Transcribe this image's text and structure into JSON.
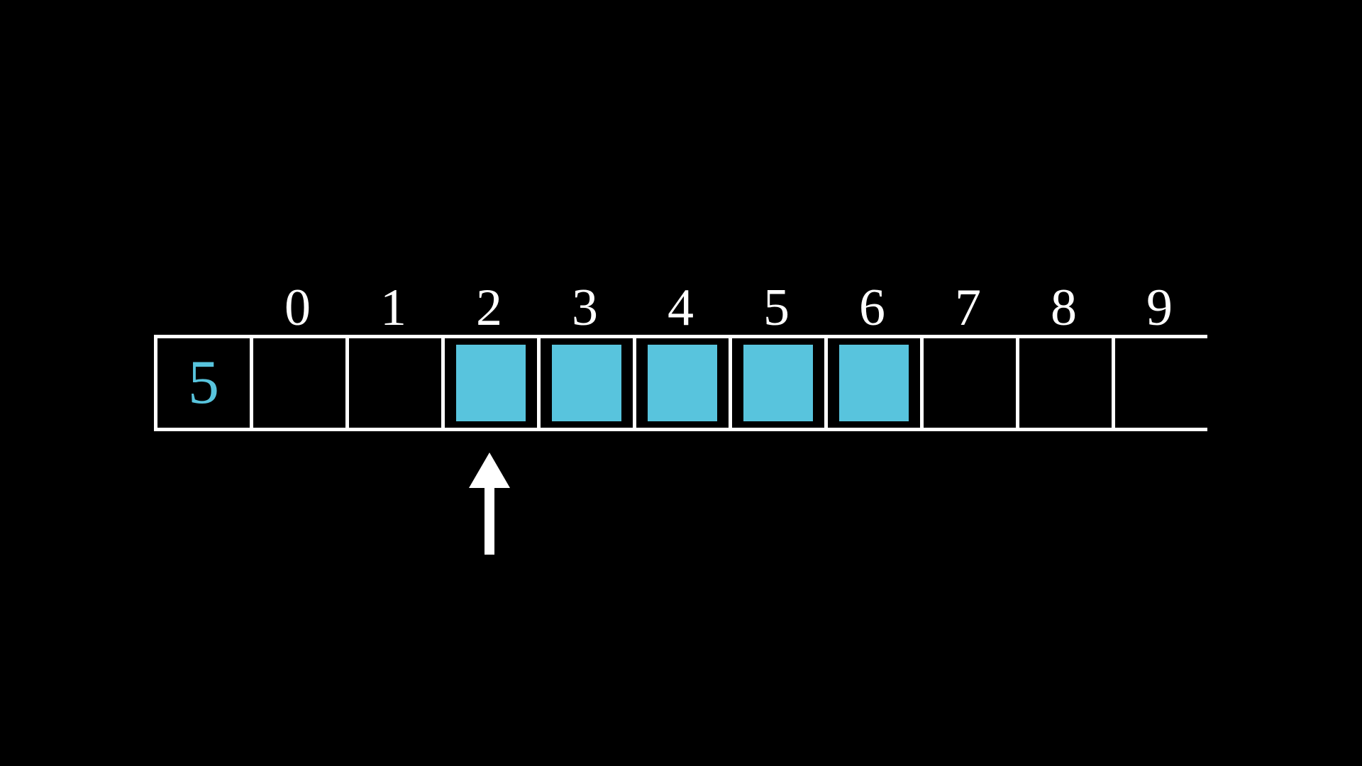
{
  "scene": {
    "background_color": "#000000",
    "accent_color": "#58C4DD",
    "line_color": "#FFFFFF"
  },
  "array": {
    "index_labels": [
      "",
      "0",
      "1",
      "2",
      "3",
      "4",
      "5",
      "6",
      "7",
      "8",
      "9"
    ],
    "cells": [
      {
        "label": "",
        "value": "5",
        "highlighted": false,
        "value_color": "#58C4DD"
      },
      {
        "label": "0",
        "value": "",
        "highlighted": false,
        "value_color": "#58C4DD"
      },
      {
        "label": "1",
        "value": "",
        "highlighted": false,
        "value_color": "#58C4DD"
      },
      {
        "label": "2",
        "value": "",
        "highlighted": true,
        "value_color": "#58C4DD"
      },
      {
        "label": "3",
        "value": "",
        "highlighted": true,
        "value_color": "#58C4DD"
      },
      {
        "label": "4",
        "value": "",
        "highlighted": true,
        "value_color": "#58C4DD"
      },
      {
        "label": "5",
        "value": "",
        "highlighted": true,
        "value_color": "#58C4DD"
      },
      {
        "label": "6",
        "value": "",
        "highlighted": true,
        "value_color": "#58C4DD"
      },
      {
        "label": "7",
        "value": "",
        "highlighted": false,
        "value_color": "#58C4DD"
      },
      {
        "label": "8",
        "value": "",
        "highlighted": false,
        "value_color": "#58C4DD"
      },
      {
        "label": "9",
        "value": "",
        "highlighted": false,
        "value_color": "#58C4DD"
      }
    ],
    "cell_count": 11
  },
  "pointer": {
    "target_index_label": "2",
    "direction": "up",
    "color": "#FFFFFF"
  }
}
